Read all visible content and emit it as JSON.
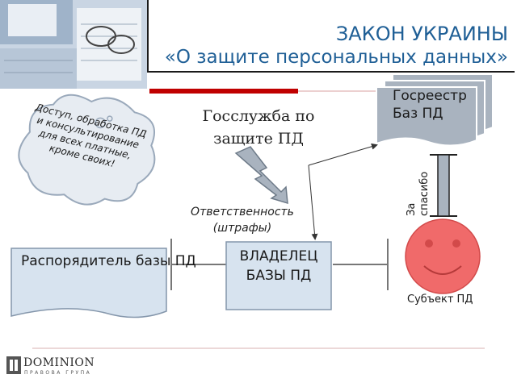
{
  "header": {
    "title_line1": "ЗАКОН УКРАИНЫ",
    "title_line2": "«О защите персональных данных»"
  },
  "diagram": {
    "registry_label": "Госреестр Баз ПД",
    "gos_service_label": "Госслужба по защите ПД",
    "cloud_text": "Доступ, обработка ПД и консультирование для всех платные, кроме своих!",
    "responsibility_label": "Ответственность (штрафы)",
    "owner_label": "ВЛАДЕЛЕЦ БАЗЫ ПД",
    "distributor_label": "Распорядитель базы ПД",
    "thanks_label": "За спасибо",
    "subject_label": "Субъект ПД"
  },
  "logo": {
    "name": "DOMINION",
    "subtitle": "ПРАВОВА ГРУПА"
  },
  "colors": {
    "title_blue": "#1f5f96",
    "accent_red": "#c00000",
    "box_fill": "#d7e3ef",
    "registry_fill": "#a9b3bf",
    "face_fill": "#f06a6a"
  }
}
